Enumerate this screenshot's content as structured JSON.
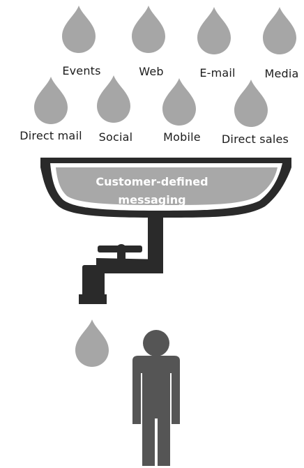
{
  "channels": [
    {
      "label": "Events"
    },
    {
      "label": "Web"
    },
    {
      "label": "E-mail"
    },
    {
      "label": "Media"
    },
    {
      "label": "Direct mail"
    },
    {
      "label": "Social"
    },
    {
      "label": "Mobile"
    },
    {
      "label": "Direct sales"
    }
  ],
  "basin": {
    "line1": "Customer-defined",
    "line2": "messaging"
  },
  "colors": {
    "drop": "#a6a6a6",
    "ink": "#2a2a2a",
    "water": "#a8a8a8",
    "person": "#555555"
  }
}
